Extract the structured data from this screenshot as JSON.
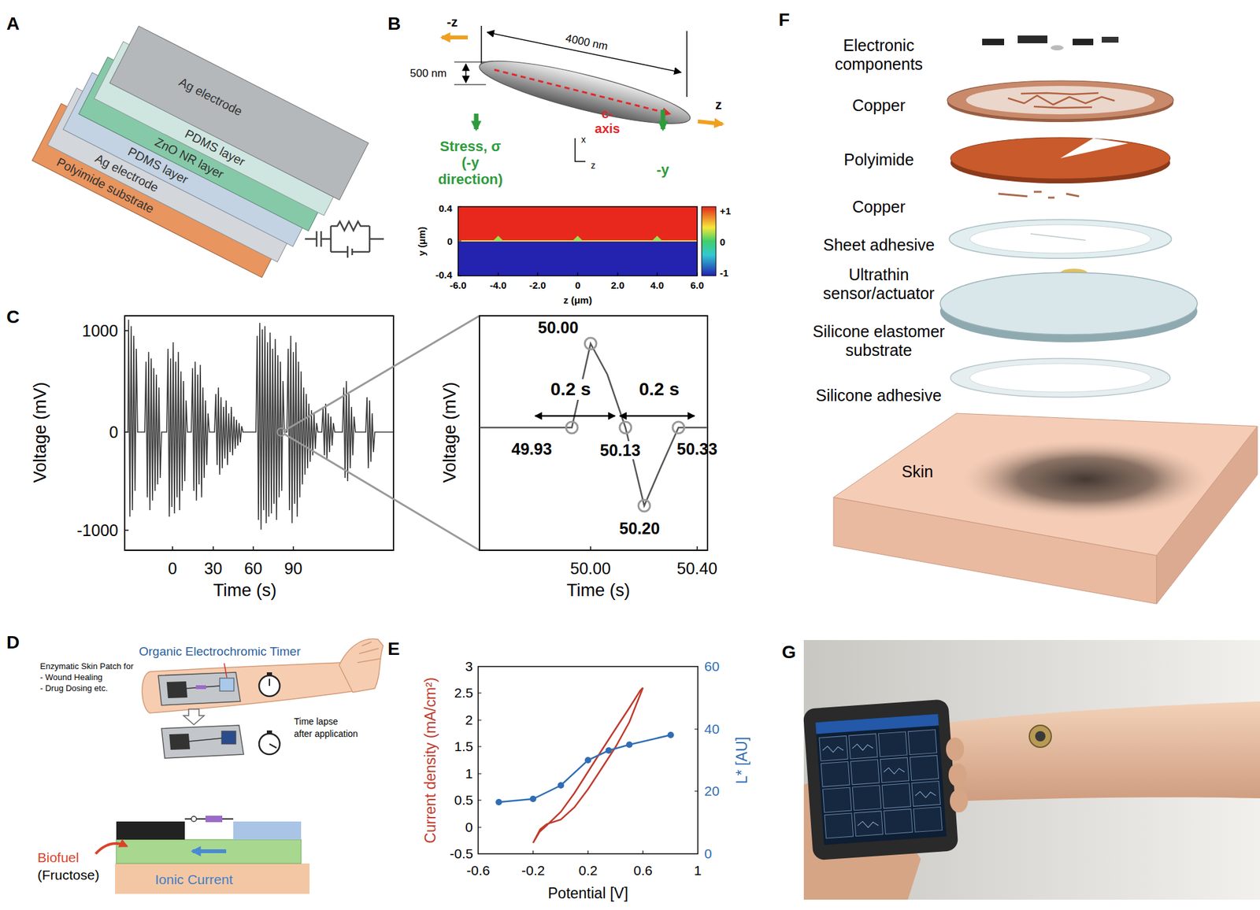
{
  "diagram": {
    "nodes": [
      {
        "text": [
          "Ag electrode"
        ]
      },
      {
        "text": [
          "PDMS layer"
        ]
      },
      {
        "text": [
          "ZnO NR layer"
        ]
      },
      {
        "text": [
          "PDMS layer"
        ]
      },
      {
        "text": [
          "Ag electrode"
        ]
      },
      {
        "text": [
          "Polyimide substrate"
        ]
      }
    ],
    "labels": [
      "A",
      "B",
      "F",
      "4000 nm",
      "-z",
      "500 nm",
      "c- axis",
      "z",
      "x",
      "z",
      "Stress, σ (-y direction)",
      "-y",
      "0.4",
      "0",
      "-0.4",
      "y (μm)",
      "-6.0",
      "-4.0",
      "-2.0",
      "0",
      "2.0",
      "4.0",
      "6.0",
      "z (μm)",
      "+1",
      "0",
      "-1",
      "Electronic components",
      "Copper",
      "Polyimide",
      "Copper",
      "Sheet adhesive",
      "Ultrathin sensor/actuator",
      "Silicone elastomer substrate",
      "Silicone adhesive",
      "Skin",
      "C",
      "1000",
      "0",
      "-1000",
      "0",
      "30",
      "60",
      "90",
      "Time (s)",
      "Voltage (mV)",
      "50.00",
      "0.2 s",
      "0.2 s",
      "49.93",
      "50.13",
      "50.33",
      "50.20",
      "Voltage (mV)",
      "50.00",
      "50.40",
      "Time (s)",
      "D",
      "Organic Electrochromic Timer",
      "Enzymatic Skin Patch for",
      "- Wound Healing",
      "- Drug Dosing etc.",
      "Time lapse",
      "after application",
      "Biofuel",
      "(Fructose)",
      "Ionic Current",
      "E",
      "3",
      "2.5",
      "2",
      "1.5",
      "1",
      "0.5",
      "0",
      "-0.5",
      "Current density (mA/cm²)",
      "60",
      "40",
      "20",
      "0",
      "L* [AU]",
      "-0.6",
      "-0.2",
      "0.2",
      "0.6",
      "1",
      "Potential [V]",
      "G"
    ]
  }
}
